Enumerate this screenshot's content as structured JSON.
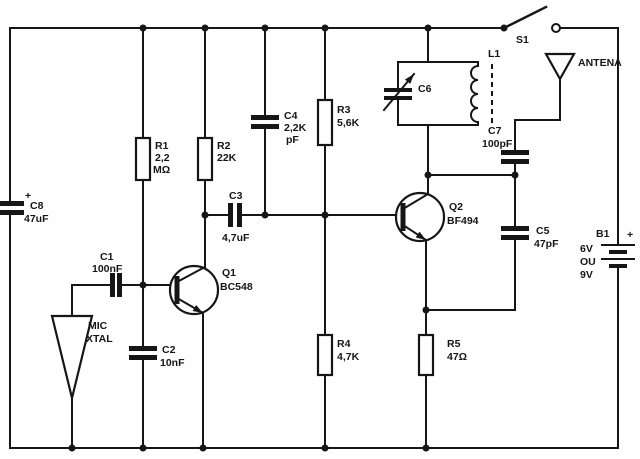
{
  "components": {
    "c8": {
      "polarity": "+",
      "label": "C8",
      "value": "47uF"
    },
    "r1": {
      "label": "R1",
      "value": "2,2",
      "unit": "MΩ"
    },
    "r2": {
      "label": "R2",
      "value": "22K"
    },
    "c1": {
      "label": "C1",
      "value": "100nF"
    },
    "mic": {
      "label": "MIC",
      "type": "XTAL"
    },
    "c2": {
      "label": "C2",
      "value": "10nF"
    },
    "q1": {
      "label": "Q1",
      "part": "BC548"
    },
    "c3": {
      "label": "C3",
      "value": "4,7uF"
    },
    "c4": {
      "label": "C4",
      "value": "2,2K",
      "unit": "pF"
    },
    "r3": {
      "label": "R3",
      "value": "5,6K"
    },
    "r4": {
      "label": "R4",
      "value": "4,7K"
    },
    "c6": {
      "label": "C6"
    },
    "l1": {
      "label": "L1"
    },
    "c7": {
      "label": "C7",
      "value": "100pF"
    },
    "q2": {
      "label": "Q2",
      "part": "BF494"
    },
    "c5": {
      "label": "C5",
      "value": "47pF"
    },
    "r5": {
      "label": "R5",
      "value": "47Ω"
    },
    "s1": {
      "label": "S1"
    },
    "antenna": {
      "label": "ANTENA"
    },
    "b1": {
      "label": "B1",
      "polarity": "+",
      "line1": "6V",
      "line2": "OU",
      "line3": "9V"
    }
  }
}
